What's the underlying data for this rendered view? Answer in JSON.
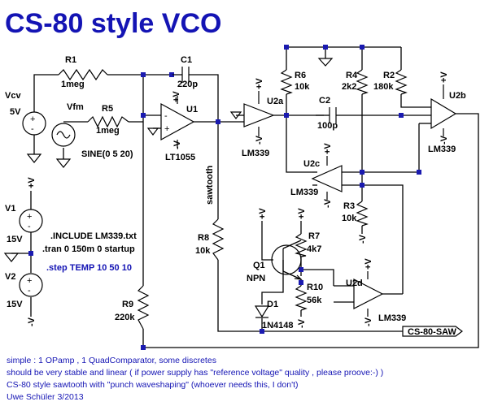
{
  "title": "CS-80 style VCO",
  "colors": {
    "title": "#1414b4",
    "junction": "#1a1ab0",
    "wire": "#000000"
  },
  "components": {
    "R1": {
      "ref": "R1",
      "value": "1meg"
    },
    "R2": {
      "ref": "R2",
      "value": "180k"
    },
    "R3": {
      "ref": "R3",
      "value": "10k"
    },
    "R4": {
      "ref": "R4",
      "value": "2k2"
    },
    "R5": {
      "ref": "R5",
      "value": "1meg"
    },
    "R6": {
      "ref": "R6",
      "value": "10k"
    },
    "R7": {
      "ref": "R7",
      "value": "4k7"
    },
    "R8": {
      "ref": "R8",
      "value": "10k"
    },
    "R9": {
      "ref": "R9",
      "value": "220k"
    },
    "R10": {
      "ref": "R10",
      "value": "56k"
    },
    "C1": {
      "ref": "C1",
      "value": "220p"
    },
    "C2": {
      "ref": "C2",
      "value": "100p"
    },
    "U1": {
      "ref": "U1",
      "value": "LT1055"
    },
    "U2a": {
      "ref": "U2a",
      "value": "LM339"
    },
    "U2b": {
      "ref": "U2b",
      "value": "LM339"
    },
    "U2c": {
      "ref": "U2c",
      "value": "LM339"
    },
    "U2d": {
      "ref": "U2d",
      "value": "LM339"
    },
    "Q1": {
      "ref": "Q1",
      "value": "NPN"
    },
    "D1": {
      "ref": "D1",
      "value": "1N4148"
    },
    "Vcv": {
      "ref": "Vcv",
      "value": "5V"
    },
    "Vfm": {
      "ref": "Vfm",
      "value": "SINE(0 5 20)"
    },
    "V1": {
      "ref": "V1",
      "value": "15V"
    },
    "V2": {
      "ref": "V2",
      "value": "15V"
    }
  },
  "labels": {
    "net_sawtooth": "sawtooth",
    "output_port": "CS-80-SAW",
    "plus_v": "+V",
    "minus_v": "-V",
    "plus_sign": "+",
    "minus_sign": "-"
  },
  "directives": [
    ".INCLUDE LM339.txt",
    ".tran 0 150m 0 startup",
    ".step TEMP 10 50 10"
  ],
  "notes": [
    "simple : 1 OPamp , 1 QuadComparator, some discretes",
    "should be very stable and linear ( if  power supply has \"reference voltage\" quality , please proove:-) )",
    "CS-80 style sawtooth with \"punch waveshaping\" (whoever needs this, I don't)",
    "Uwe Schüler 3/2013"
  ]
}
